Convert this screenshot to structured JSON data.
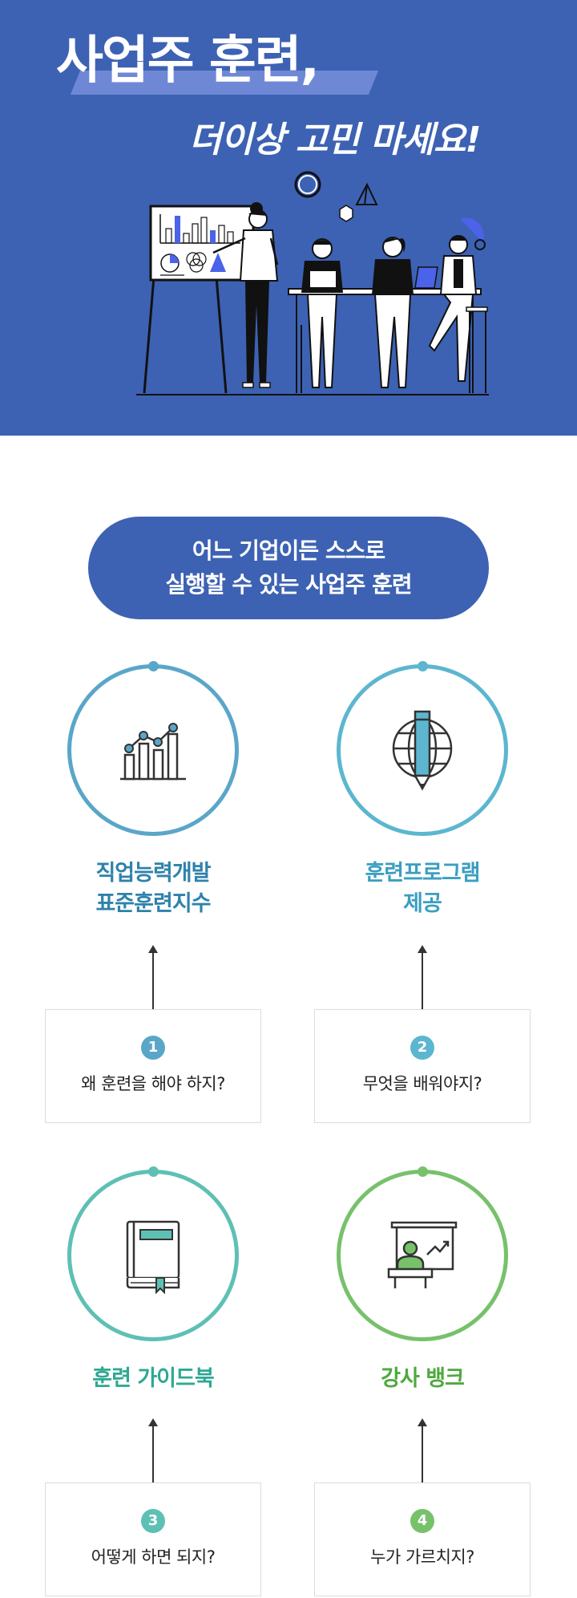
{
  "hero": {
    "title": "사업주 훈련,",
    "subtitle": "더이상 고민 마세요!"
  },
  "tagline": {
    "line1": "어느 기업이든 스스로",
    "line2": "실행할 수 있는 사업주 훈련"
  },
  "features": [
    {
      "title_line1": "직업능력개발",
      "title_line2": "표준훈련지수",
      "icon": "growth-chart-icon",
      "color": "#5aa6c9",
      "title_color": "#2f82aa"
    },
    {
      "title_line1": "훈련프로그램",
      "title_line2": "제공",
      "icon": "pen-globe-icon",
      "color": "#5cb6cf",
      "title_color": "#3a9ec2"
    },
    {
      "title_line1": "훈련 가이드북",
      "title_line2": "",
      "icon": "book-icon",
      "color": "#5ec0b4",
      "title_color": "#2ea893"
    },
    {
      "title_line1": "강사 뱅크",
      "title_line2": "",
      "icon": "lecturer-icon",
      "color": "#77c16b",
      "title_color": "#4ea93f"
    }
  ],
  "questions": [
    {
      "number": "1",
      "text": "왜 훈련을 해야 하지?",
      "color": "#5aa6c9"
    },
    {
      "number": "2",
      "text": "무엇을 배워야지?",
      "color": "#5cb6cf"
    },
    {
      "number": "3",
      "text": "어떻게 하면 되지?",
      "color": "#5ec0b4"
    },
    {
      "number": "4",
      "text": "누가 가르치지?",
      "color": "#77c16b"
    }
  ]
}
